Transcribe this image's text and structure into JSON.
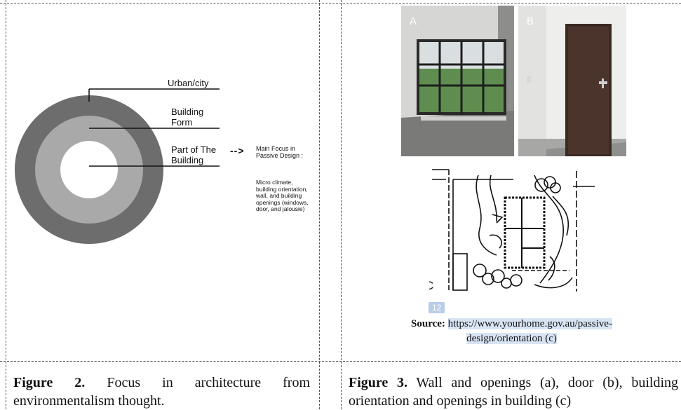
{
  "figure2": {
    "ring_labels": {
      "urban": "Urban/city",
      "building_form": "Building Form",
      "part_of_building": "Part of The Building"
    },
    "arrow": "-->",
    "focus_title": "Main Focus in Passive Design :",
    "focus_body": "Micro climate, building orientation, wall, and building openings (windows, door, and jalousie)",
    "caption_label": "Figure 2.",
    "caption_text": "Focus in architecture from environmentalism thought.",
    "colors": {
      "outer_ring": "#6d6d6d",
      "middle_ring": "#a9a9a9",
      "inner_circle": "#ffffff"
    }
  },
  "figure3": {
    "photo_a_label": "A",
    "photo_b_label": "B",
    "drawing_label": "C",
    "badge": "12",
    "source_label": "Source:",
    "source_url_line1": "https://www.yourhome.gov.au/passive-",
    "source_url_line2": "design/orientation (c)",
    "caption_label": "Figure 3.",
    "caption_text": "Wall and openings (a), door (b), building orientation and openings in building (c)"
  }
}
